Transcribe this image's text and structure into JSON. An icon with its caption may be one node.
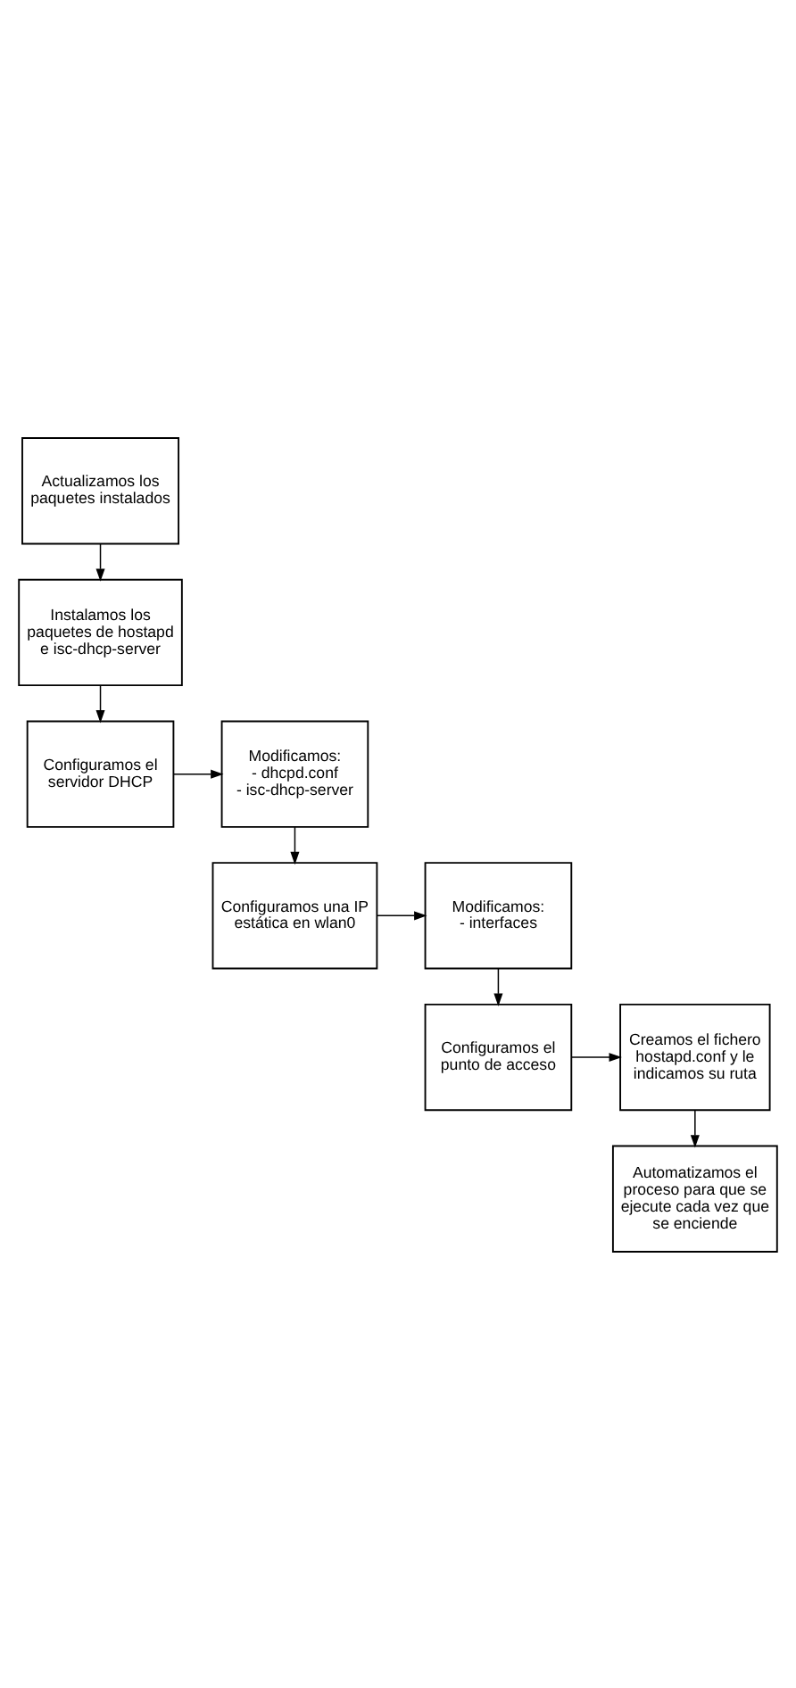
{
  "diagram": {
    "nodes": [
      {
        "text": [
          "Actualizamos los paquetes instalados"
        ]
      },
      {
        "text": [
          "Instalamos los paquetes de hostapd e isc-dhcp-server"
        ]
      },
      {
        "text": [
          "Configuramos el servidor DHCP"
        ]
      },
      {
        "text": [
          "Modificamos:",
          "- dhcpd.conf",
          "- isc-dhcp-server"
        ]
      },
      {
        "text": [
          "Configuramos una IP estática en wlan0"
        ]
      },
      {
        "text": [
          "Modificamos:",
          "- interfaces"
        ]
      },
      {
        "text": [
          "Configuramos el punto de acceso"
        ]
      },
      {
        "text": [
          "Creamos el fichero hostapd.conf y le indicamos su ruta"
        ]
      },
      {
        "text": [
          "Automatizamos el proceso para que se ejecute cada vez que se enciende"
        ]
      }
    ],
    "edges": [
      {
        "from": 0,
        "to": 1,
        "arrow": "to"
      },
      {
        "from": 1,
        "to": 2,
        "arrow": "to"
      },
      {
        "from": 2,
        "to": 3,
        "arrow": "to"
      },
      {
        "from": 3,
        "to": 4,
        "arrow": "to"
      },
      {
        "from": 4,
        "to": 5,
        "arrow": "to"
      },
      {
        "from": 5,
        "to": 6,
        "arrow": "to"
      },
      {
        "from": 6,
        "to": 7,
        "arrow": "to"
      },
      {
        "from": 7,
        "to": 8,
        "arrow": "to"
      }
    ]
  }
}
